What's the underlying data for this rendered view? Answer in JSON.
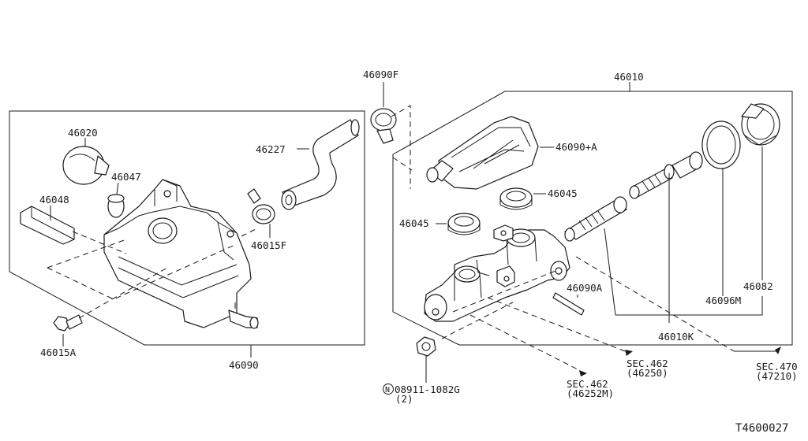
{
  "diagram_id": "T4600027",
  "reservoir_group": {
    "frame_label": "46090",
    "parts": {
      "cap": "46020",
      "strainer": "46047",
      "grommet": "46048",
      "hose": "46227",
      "hose_clamp": "46015F",
      "bolt": "46015A"
    }
  },
  "clamp_top": "46090F",
  "master_cylinder_group": {
    "frame_label": "46010",
    "parts": {
      "reservoir_tank": "46090+A",
      "seal_upper": "46045",
      "seal_lower": "46045",
      "pin": "46090A",
      "piston_kit": "46010K",
      "seal_ring": "46096M",
      "retainer": "46082"
    }
  },
  "nut_label": "08911-1082G",
  "nut_symbol": "N",
  "nut_qty": "(2)",
  "references": [
    {
      "sec": "SEC.462",
      "code": "(46250)"
    },
    {
      "sec": "SEC.462",
      "code": "(46252M)"
    },
    {
      "sec": "SEC.470",
      "code": "(47210)"
    }
  ]
}
